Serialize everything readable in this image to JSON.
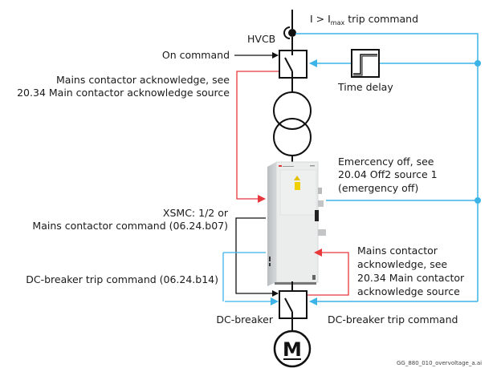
{
  "colors": {
    "blue": "#3cb4e8",
    "red": "#e8383c",
    "black": "#111111"
  },
  "labels": {
    "trip_command_prefix": "I > I",
    "trip_command_sub": "max",
    "trip_command_suffix": " trip command",
    "hvcb": "HVCB",
    "on_command": "On command",
    "mains_ack_left_1": "Mains contactor acknowledge, see",
    "mains_ack_left_2": "20.34 Main contactor acknowledge source",
    "time_delay": "Time delay",
    "emergency_1": "Emercency off, see",
    "emergency_2": "20.04 Off2 source 1",
    "emergency_3": "(emergency off)",
    "xsmc_1": "XSMC: 1/2 or",
    "xsmc_2": "Mains contactor command (06.24.b07)",
    "dc_trip_left": "DC-breaker trip command (06.24.b14)",
    "mains_ack_right_1": "Mains contactor",
    "mains_ack_right_2": "acknowledge, see",
    "mains_ack_right_3": "20.34 Main contactor",
    "mains_ack_right_4": "acknowledge source",
    "dc_breaker": "DC-breaker",
    "dc_trip_right": "DC-breaker trip command",
    "motor": "M",
    "filename": "GG_880_010_overvoltage_a.ai"
  }
}
